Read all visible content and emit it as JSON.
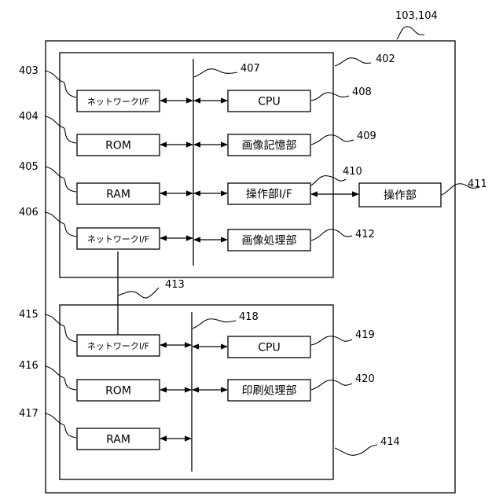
{
  "refs": {
    "device": "103,104",
    "upper_unit": "402",
    "nif_a": "403",
    "rom_a": "404",
    "ram_a": "405",
    "nif_b": "406",
    "bus_a": "407",
    "cpu_a": "408",
    "img_store": "409",
    "op_if": "410",
    "op_panel": "411",
    "img_proc": "412",
    "link": "413",
    "lower_unit": "414",
    "nif_c": "415",
    "rom_b": "416",
    "ram_b": "417",
    "bus_b": "418",
    "cpu_b": "419",
    "print_proc": "420"
  },
  "labels": {
    "nif": "ネットワークI/F",
    "rom": "ROM",
    "ram": "RAM",
    "cpu": "CPU",
    "img_store": "画像記憶部",
    "op_if": "操作部I/F",
    "img_proc": "画像処理部",
    "op_panel": "操作部",
    "print_proc": "印刷処理部"
  }
}
